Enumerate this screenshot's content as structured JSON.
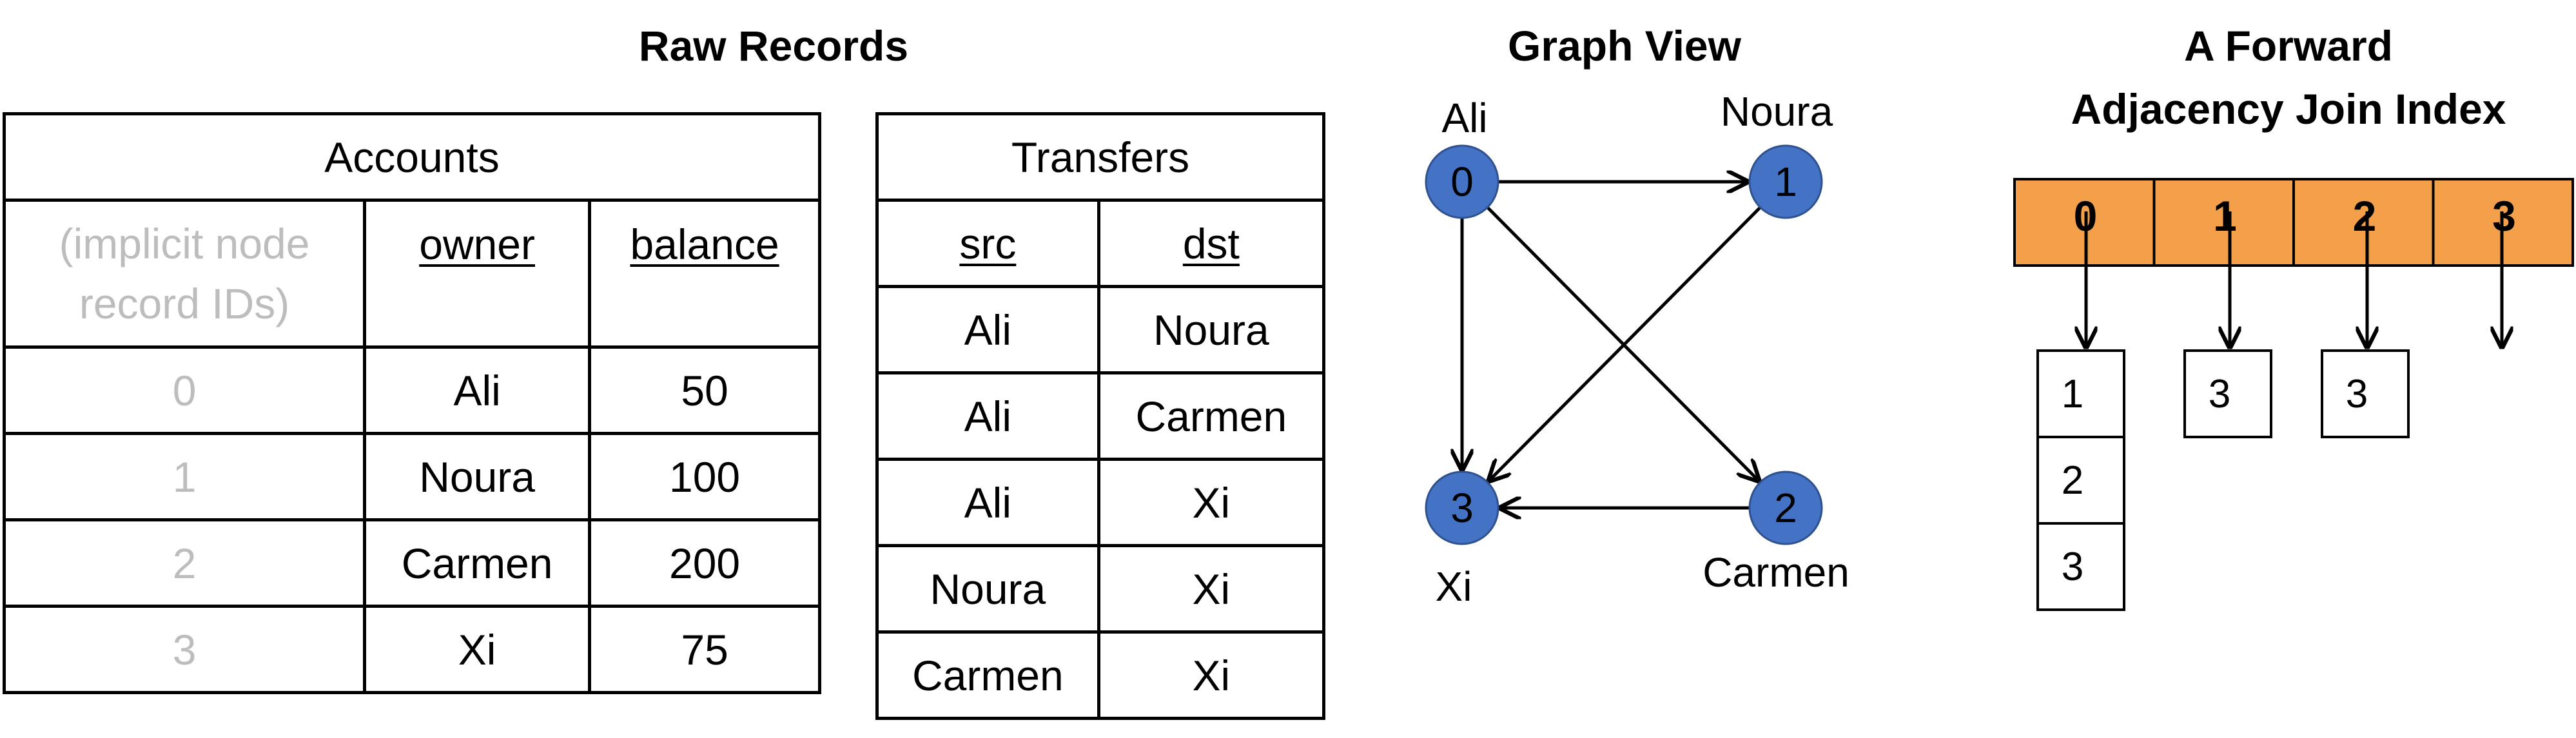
{
  "titles": {
    "raw_records": "Raw Records",
    "graph_view": "Graph View",
    "index_line1": "A Forward",
    "index_line2": "Adjacency Join Index"
  },
  "accounts": {
    "title": "Accounts",
    "col_implicit": "(implicit node record IDs)",
    "col_owner": "owner",
    "col_balance": "balance",
    "rows": [
      {
        "id": "0",
        "owner": "Ali",
        "balance": "50"
      },
      {
        "id": "1",
        "owner": "Noura",
        "balance": "100"
      },
      {
        "id": "2",
        "owner": "Carmen",
        "balance": "200"
      },
      {
        "id": "3",
        "owner": "Xi",
        "balance": "75"
      }
    ]
  },
  "transfers": {
    "title": "Transfers",
    "col_src": "src",
    "col_dst": "dst",
    "rows": [
      {
        "src": "Ali",
        "dst": "Noura"
      },
      {
        "src": "Ali",
        "dst": "Carmen"
      },
      {
        "src": "Ali",
        "dst": "Xi"
      },
      {
        "src": "Noura",
        "dst": "Xi"
      },
      {
        "src": "Carmen",
        "dst": "Xi"
      }
    ]
  },
  "graph": {
    "nodes": [
      {
        "id": "0",
        "name": "Ali"
      },
      {
        "id": "1",
        "name": "Noura"
      },
      {
        "id": "2",
        "name": "Carmen"
      },
      {
        "id": "3",
        "name": "Xi"
      }
    ],
    "edges": [
      {
        "from": "0",
        "to": "1"
      },
      {
        "from": "0",
        "to": "2"
      },
      {
        "from": "0",
        "to": "3"
      },
      {
        "from": "1",
        "to": "3"
      },
      {
        "from": "2",
        "to": "3"
      }
    ],
    "node_color": "#4472c4"
  },
  "index": {
    "slots": [
      "0",
      "1",
      "2",
      "3"
    ],
    "slot_color": "#f4a04a",
    "lists": [
      [
        "1",
        "2",
        "3"
      ],
      [
        "3"
      ],
      [
        "3"
      ],
      []
    ]
  }
}
